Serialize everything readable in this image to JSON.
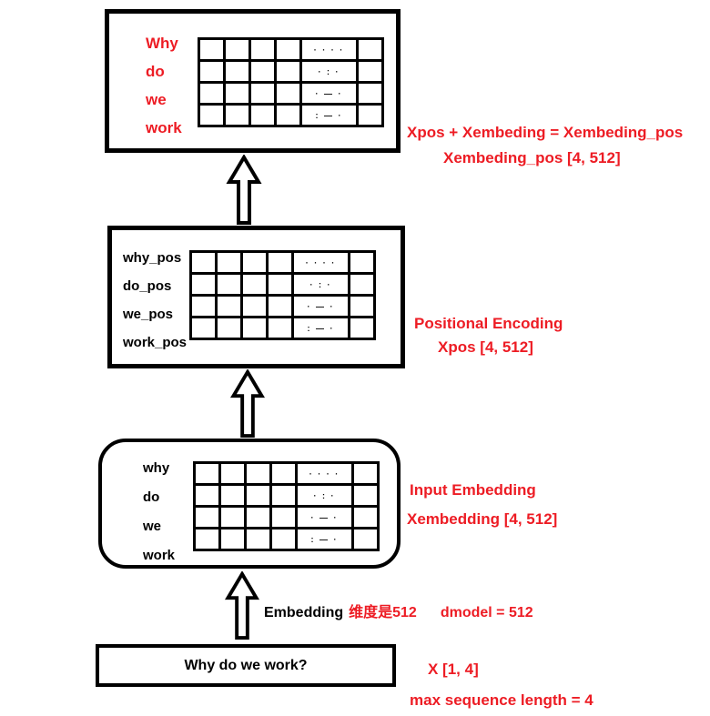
{
  "output_box": {
    "words": [
      "Why",
      "do",
      "we",
      "work"
    ]
  },
  "pos_box": {
    "words": [
      "why_pos",
      "do_pos",
      "we_pos",
      "work_pos"
    ]
  },
  "embed_box": {
    "words": [
      "why",
      "do",
      "we",
      "work"
    ]
  },
  "input_box": {
    "text": "Why do we work?"
  },
  "annotations": {
    "sum_formula": "Xpos + Xembeding = Xembeding_pos",
    "sum_shape": "Xembeding_pos [4, 512]",
    "pos_title": "Positional Encoding",
    "pos_shape": "Xpos [4, 512]",
    "embed_title": "Input Embedding",
    "embed_shape": "Xembedding [4, 512]",
    "arrow_label_en": "Embedding",
    "arrow_label_zh": "维度是512",
    "dmodel": "dmodel = 512",
    "input_shape": "X [1, 4]",
    "max_seq": "max sequence length = 4"
  },
  "matrix": {
    "rows": 4,
    "plain_cols": 4,
    "dots_rows": [
      "· · · ·",
      "· : ·",
      "· — ·",
      ": — ·"
    ]
  },
  "colors": {
    "accent_red": "#ed1c24",
    "ink_black": "#000000"
  }
}
